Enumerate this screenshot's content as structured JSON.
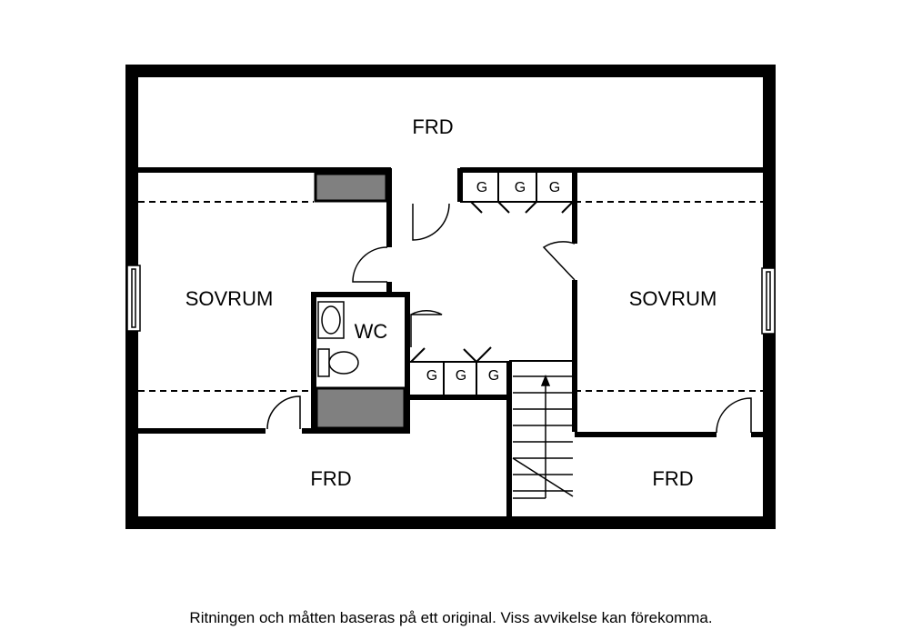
{
  "rooms": {
    "frd_top": "FRD",
    "sovrum_left": "SOVRUM",
    "sovrum_right": "SOVRUM",
    "wc": "WC",
    "frd_bottom_left": "FRD",
    "frd_bottom_right": "FRD"
  },
  "wardrobes": {
    "top": [
      "G",
      "G",
      "G"
    ],
    "middle": [
      "G",
      "G",
      "G"
    ]
  },
  "disclaimer": "Ritningen och måtten baseras på ett original. Viss avvikelse kan förekomma.",
  "colors": {
    "wall": "#000000",
    "chimney": "#808080",
    "background": "#ffffff"
  }
}
